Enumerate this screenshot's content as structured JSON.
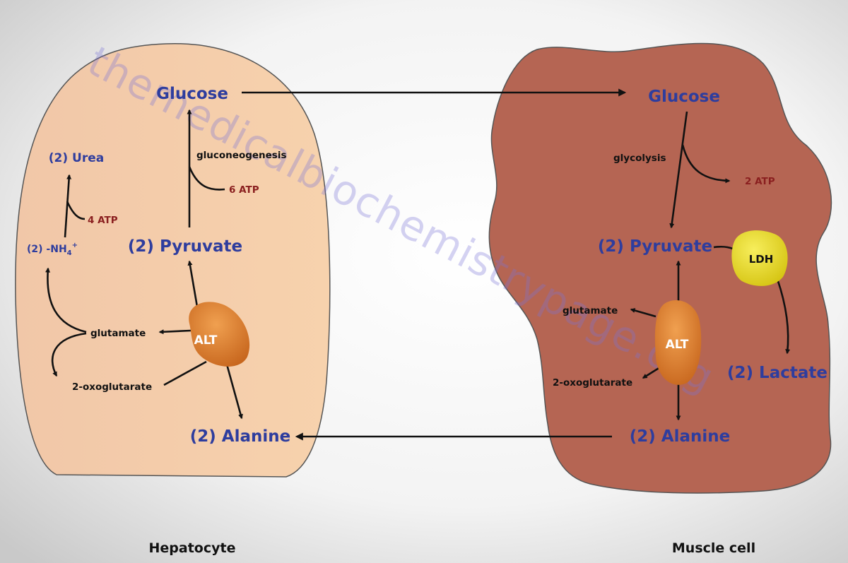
{
  "hepatocyte": {
    "caption": "Hepatocyte",
    "glucose": "Glucose",
    "pyruvate": "(2) Pyruvate",
    "alanine": "(2) Alanine",
    "urea": "(2) Urea",
    "ammonium": {
      "prefix": "(2) -NH",
      "sub": "4",
      "sup": "+"
    },
    "glutamate": "glutamate",
    "oxoglutarate": "2-oxoglutarate",
    "process_gluconeogenesis": "gluconeogenesis",
    "atp_gluconeogenesis": "6 ATP",
    "atp_urea": "4 ATP",
    "enzyme_alt": "ALT"
  },
  "muscle": {
    "caption": "Muscle cell",
    "glucose": "Glucose",
    "pyruvate": "(2) Pyruvate",
    "lactate": "(2) Lactate",
    "alanine": "(2) Alanine",
    "glutamate": "glutamate",
    "oxoglutarate": "2-oxoglutarate",
    "process_glycolysis": "glycolysis",
    "atp_glycolysis": "2 ATP",
    "enzyme_alt": "ALT",
    "enzyme_ldh": "LDH"
  },
  "watermark": "themedicalbiochemistrypage.org",
  "colors": {
    "metabolite": "#2e3d9e",
    "atp": "#8a1f1f",
    "hepatocyte_fill": "#f5cda8",
    "muscle_fill": "#b56553",
    "alt_enzyme": "#d9792a",
    "ldh_enzyme": "#e8d925"
  }
}
